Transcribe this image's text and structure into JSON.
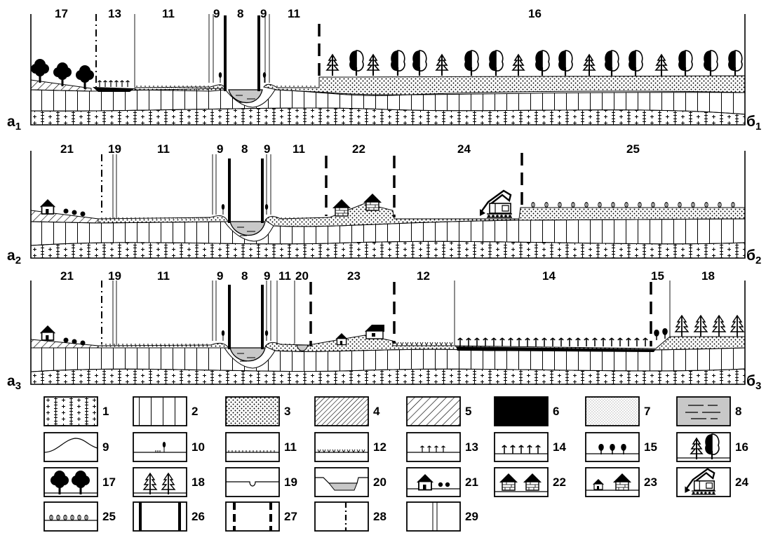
{
  "profile1": {
    "zone_numbers": [
      "17",
      "13",
      "11",
      "9",
      "8",
      "9",
      "11",
      "16"
    ],
    "left_corner": "а",
    "left_sub": "1",
    "right_corner": "б",
    "right_sub": "1"
  },
  "profile2": {
    "zone_numbers": [
      "21",
      "19",
      "11",
      "9",
      "8",
      "9",
      "11",
      "22",
      "24",
      "25"
    ],
    "left_corner": "а",
    "left_sub": "2",
    "right_corner": "б",
    "right_sub": "2"
  },
  "profile3": {
    "zone_numbers": [
      "21",
      "19",
      "11",
      "9",
      "8",
      "9",
      "11",
      "20",
      "23",
      "12",
      "14",
      "15",
      "18"
    ],
    "left_corner": "а",
    "left_sub": "3",
    "right_corner": "б",
    "right_sub": "3"
  },
  "legend": [
    {
      "n": "1",
      "icon": "granite-crosses-icon"
    },
    {
      "n": "2",
      "icon": "vertical-lines-icon"
    },
    {
      "n": "3",
      "icon": "coarse-dots-icon"
    },
    {
      "n": "4",
      "icon": "dense-hatch-icon"
    },
    {
      "n": "5",
      "icon": "sparse-hatch-icon"
    },
    {
      "n": "6",
      "icon": "black-fill-icon"
    },
    {
      "n": "7",
      "icon": "fine-dots-icon"
    },
    {
      "n": "8",
      "icon": "water-dashes-icon"
    },
    {
      "n": "9",
      "icon": "hill-curve-icon"
    },
    {
      "n": "10",
      "icon": "grass-tuft-icon"
    },
    {
      "n": "11",
      "icon": "short-grass-line-icon"
    },
    {
      "n": "12",
      "icon": "y-grass-line-icon"
    },
    {
      "n": "13",
      "icon": "sedge-icon"
    },
    {
      "n": "14",
      "icon": "tall-sedge-icon"
    },
    {
      "n": "15",
      "icon": "shrubs-icon"
    },
    {
      "n": "16",
      "icon": "mixed-forest-icon"
    },
    {
      "n": "17",
      "icon": "deciduous-trees-icon"
    },
    {
      "n": "18",
      "icon": "conifer-trees-icon"
    },
    {
      "n": "19",
      "icon": "ditch-icon"
    },
    {
      "n": "20",
      "icon": "pond-icon"
    },
    {
      "n": "21",
      "icon": "house-shrubs-icon"
    },
    {
      "n": "22",
      "icon": "brick-houses-icon"
    },
    {
      "n": "23",
      "icon": "small-houses-icon"
    },
    {
      "n": "24",
      "icon": "excavator-icon"
    },
    {
      "n": "25",
      "icon": "crop-row-icon"
    },
    {
      "n": "26",
      "icon": "thick-boundary-icon"
    },
    {
      "n": "27",
      "icon": "dashed-boundary-icon"
    },
    {
      "n": "28",
      "icon": "dashdot-boundary-icon"
    },
    {
      "n": "29",
      "icon": "double-thin-boundary-icon"
    }
  ]
}
